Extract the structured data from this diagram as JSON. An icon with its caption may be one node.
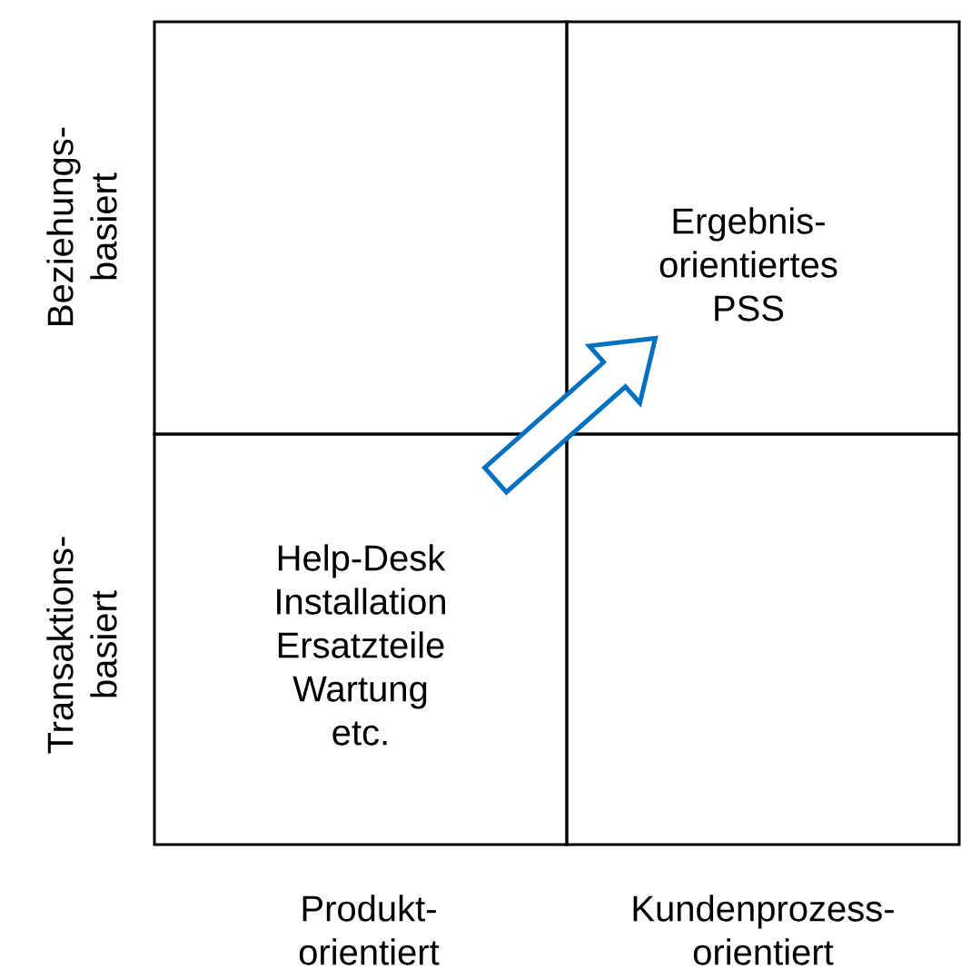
{
  "diagram": {
    "nodes": [
      {
        "text": [],
        "shape": "box"
      },
      {
        "text": [
          "Ergebnis- orientiertes PSS"
        ]
      },
      {
        "text": [
          "Help-Desk Installation Ersatzteile Wartung etc."
        ]
      },
      {
        "text": [],
        "shape": "box"
      }
    ],
    "edges": [
      {
        "from": 2,
        "to": 1,
        "arrow": "to",
        "color": "#0070c0"
      }
    ],
    "labels": [
      "Beziehungs- basiert",
      "Transaktions- basiert",
      "Produkt- orientiert",
      "Kundenprozess- orientiert"
    ]
  }
}
